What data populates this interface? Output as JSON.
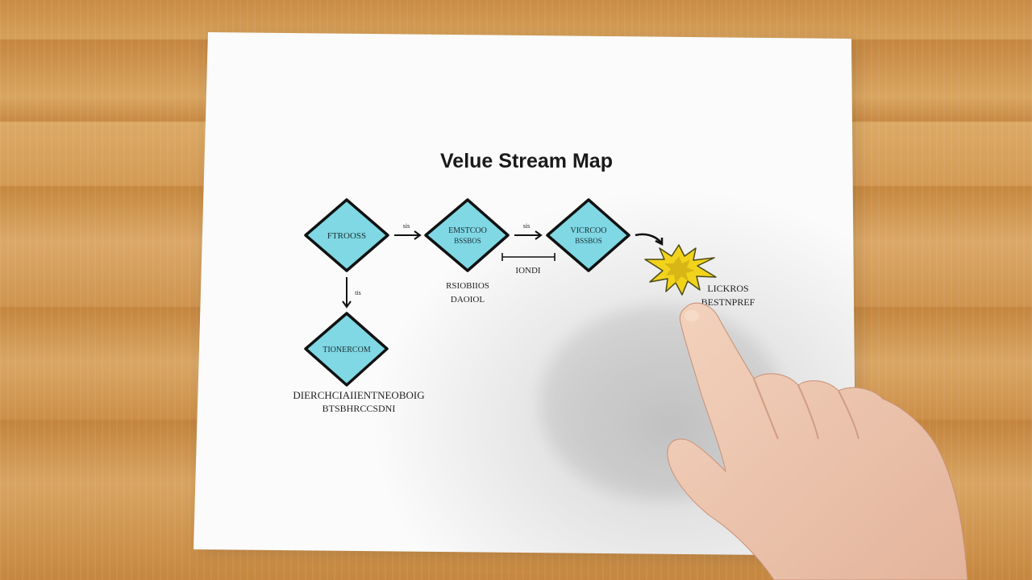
{
  "title": "Velue Stream Map",
  "nodes": [
    {
      "id": "n1",
      "label": "FTROOSS",
      "label2": ""
    },
    {
      "id": "n2",
      "label": "EMSTCOO",
      "label2": "BSSBOS"
    },
    {
      "id": "n3",
      "label": "VICRCOO",
      "label2": "BSSBOS"
    },
    {
      "id": "n4",
      "label": "TIONERCOM",
      "label2": ""
    }
  ],
  "arrow_labels": {
    "a1": "sis",
    "a2": "sis",
    "down": "tis"
  },
  "bracket_label": "IONDI",
  "captions": {
    "under_n2": [
      "RSIOBIIOS",
      "DAOIOL"
    ],
    "under_n4": [
      "DIERCHCIAIIENTNEOBOIG",
      "BTSBHRCCSDNI"
    ],
    "burst": [
      "LICKROS",
      "BESTNPREF"
    ]
  },
  "colors": {
    "diamond_fill": "#7fd8e4",
    "diamond_stroke": "#111111",
    "burst_fill": "#f2d31c",
    "paper": "#fbfbfb",
    "wood": "#d39a55"
  }
}
